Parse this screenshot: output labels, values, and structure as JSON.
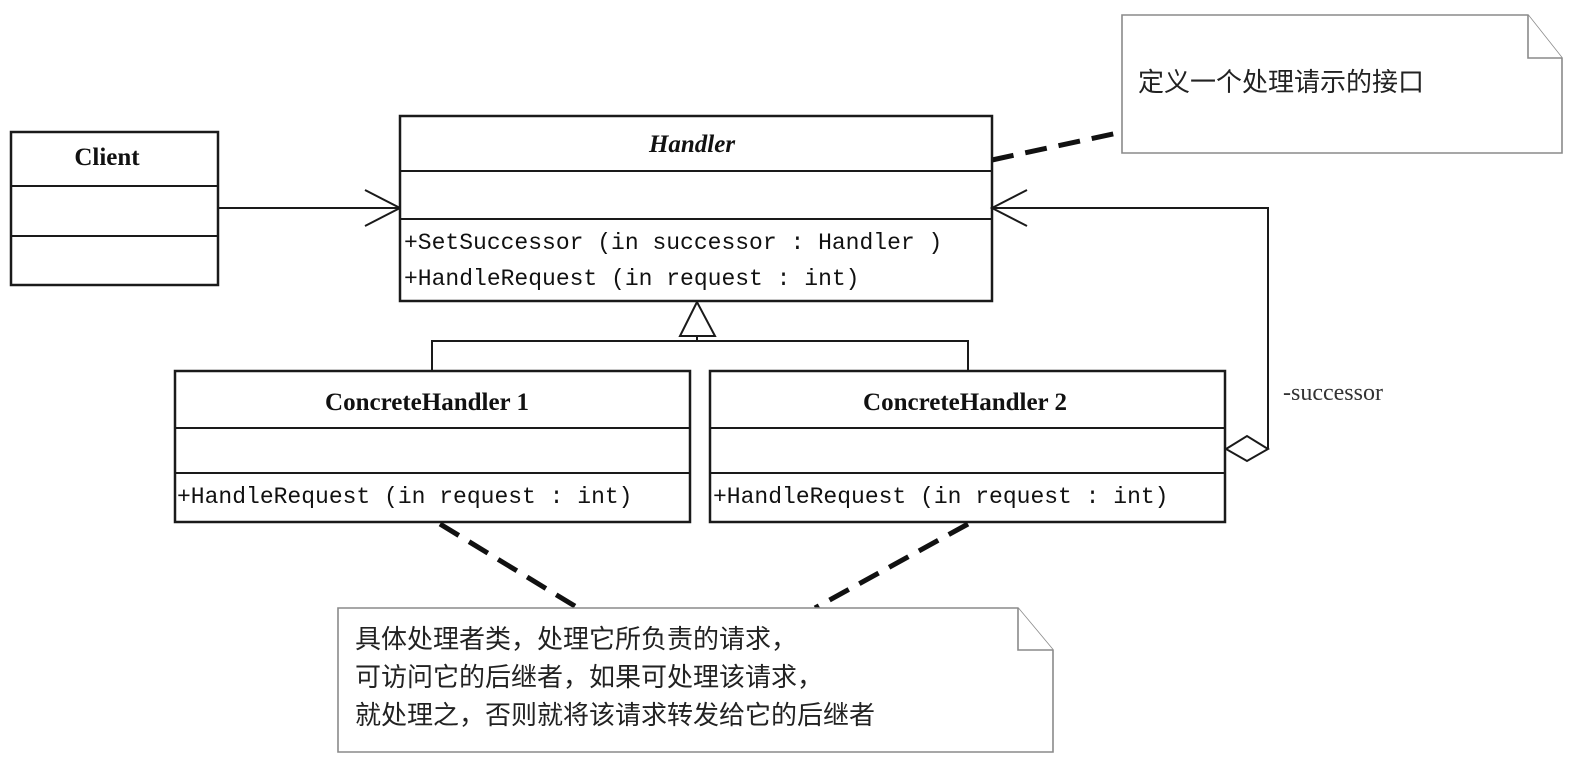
{
  "classes": {
    "client": {
      "name": "Client"
    },
    "handler": {
      "name": "Handler",
      "operations": [
        "+SetSuccessor (in successor  : Handler )",
        "+HandleRequest (in request  : int)"
      ]
    },
    "concrete1": {
      "name": "ConcreteHandler 1",
      "operations": [
        "+HandleRequest (in request  : int)"
      ]
    },
    "concrete2": {
      "name": "ConcreteHandler 2",
      "operations": [
        "+HandleRequest (in request  : int)"
      ]
    }
  },
  "association": {
    "role": "-successor"
  },
  "notes": {
    "handler_note": "定义一个处理请示的接口",
    "concrete_note": [
      "具体处理者类，处理它所负责的请求，",
      "可访问它的后继者，如果可处理该请求，",
      "就处理之，否则就将该请求转发给它的后继者"
    ]
  }
}
